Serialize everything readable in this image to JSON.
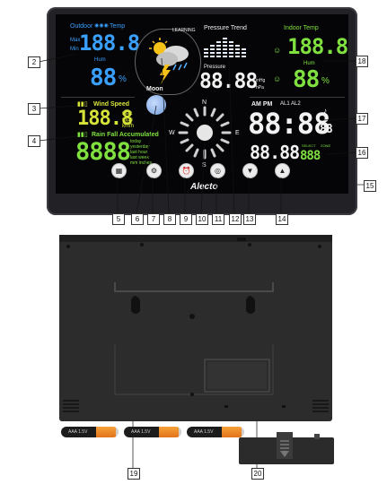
{
  "brand": "Alecto",
  "outdoor": {
    "header": "Outdoor",
    "temp_label": "Temp",
    "hum_label": "Hum",
    "temp_value": "188.8",
    "hum_value": "88",
    "hum_unit": "%",
    "max": "Max",
    "min": "Min"
  },
  "forecast": {
    "label": "LEARNING"
  },
  "pressure_trend": {
    "label": "Pressure Trend"
  },
  "pressure": {
    "label": "Pressure",
    "value": "88.88",
    "unit1": "inHg",
    "unit2": "hPa"
  },
  "indoor": {
    "header": "Indoor Temp",
    "temp_value": "188.8",
    "hum_label": "Hum",
    "hum_value": "88",
    "hum_unit": "%"
  },
  "moon": {
    "label": "Moon"
  },
  "wind": {
    "label": "Wind Speed",
    "value": "188.8",
    "unit_max": "max",
    "unit_mph": "mph",
    "unit_kmh": "km/h"
  },
  "compass": {
    "n": "N",
    "e": "E",
    "s": "S",
    "w": "W"
  },
  "rain": {
    "label": "Rain Fall Accumulated",
    "value": "8888",
    "periods": [
      "today",
      "yesterday",
      "last hour",
      "last week",
      "mm inches"
    ]
  },
  "clock": {
    "ampm": "AM PM",
    "alarm": "AL1 AL2",
    "time": "88:88",
    "seconds": "88"
  },
  "date": {
    "value": "88.88",
    "select_label": "SELECT",
    "zone_label": "ZONE",
    "zone_value": "888"
  },
  "buttons": {
    "b5": "▦",
    "b7": "⚙",
    "b9": "⏰",
    "b11": "◎",
    "b13": "▼",
    "b14": "▲"
  },
  "callouts": [
    "2",
    "3",
    "4",
    "5",
    "6",
    "7",
    "8",
    "9",
    "10",
    "11",
    "12",
    "13",
    "14",
    "15",
    "16",
    "17",
    "18",
    "19",
    "20"
  ],
  "batteries": [
    "AAA 1.5V",
    "AAA 1.5V",
    "AAA 1.5V"
  ]
}
